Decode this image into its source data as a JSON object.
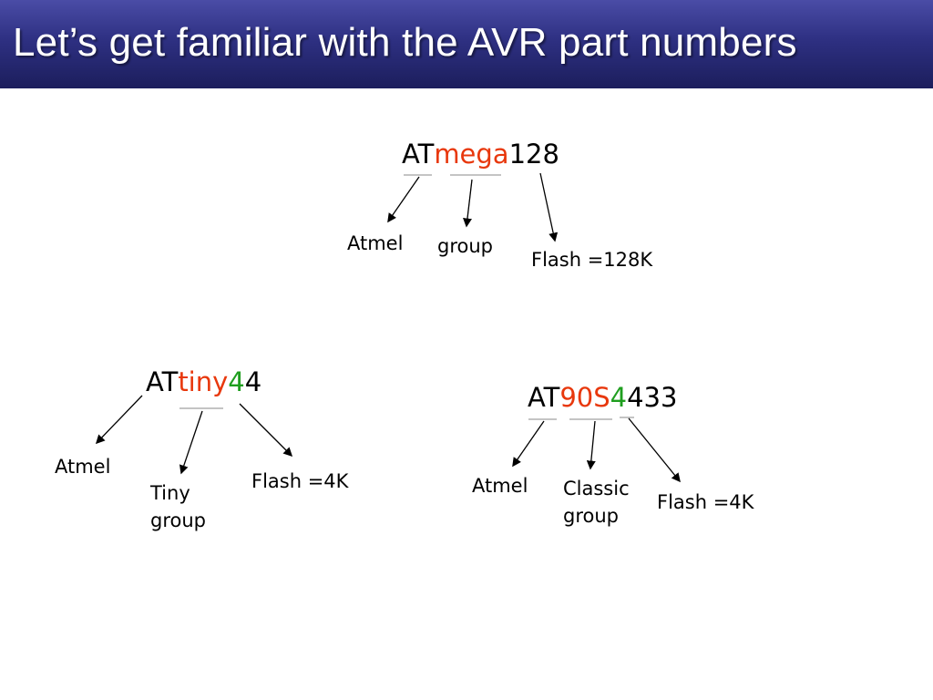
{
  "slide": {
    "title": "Let’s get familiar with the AVR part numbers"
  },
  "colors": {
    "header_top": "#4a4ca6",
    "header_bottom": "#1c1e5c",
    "title_text": "#ffffff",
    "family_highlight": "#e8380d",
    "series_highlight": "#1f9e1f",
    "body_text": "#000000"
  },
  "parts": {
    "atmega": {
      "prefix": "AT",
      "family": "mega",
      "size": "128",
      "labels": {
        "manufacturer": "Atmel",
        "family": "group",
        "flash": "Flash =128K"
      }
    },
    "attiny": {
      "prefix": "AT",
      "family": "tiny",
      "series": "4",
      "size": "4",
      "labels": {
        "manufacturer": "Atmel",
        "family_line1": "Tiny",
        "family_line2": "group",
        "flash": "Flash =4K"
      }
    },
    "at90s": {
      "prefix": "AT",
      "family": "90S",
      "series": "4",
      "size": "433",
      "labels": {
        "manufacturer": "Atmel",
        "family_line1": "Classic",
        "family_line2": "group",
        "flash": "Flash =4K"
      }
    }
  }
}
